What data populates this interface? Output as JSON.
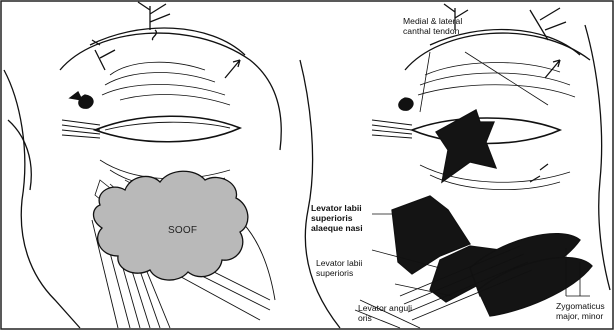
{
  "panels": {
    "left": {
      "soof_label": "SOOF"
    },
    "right": {
      "labels": {
        "canthal_tendon": [
          "Medial & lateral",
          "canthal tendon"
        ],
        "lev_labii_alaeque": [
          "Levator labii",
          "superioris",
          "alaeque nasi"
        ],
        "lev_labii_sup": [
          "Levator labii",
          "superioris"
        ],
        "lev_anguli": [
          "Levator anguli",
          "oris"
        ],
        "zygomaticus": [
          "Zygomaticus",
          "major, minor"
        ]
      }
    }
  },
  "colors": {
    "ink": "#111111",
    "soof_fill": "#b9b9b9",
    "muscle_dark": "#141414",
    "background": "#ffffff"
  }
}
